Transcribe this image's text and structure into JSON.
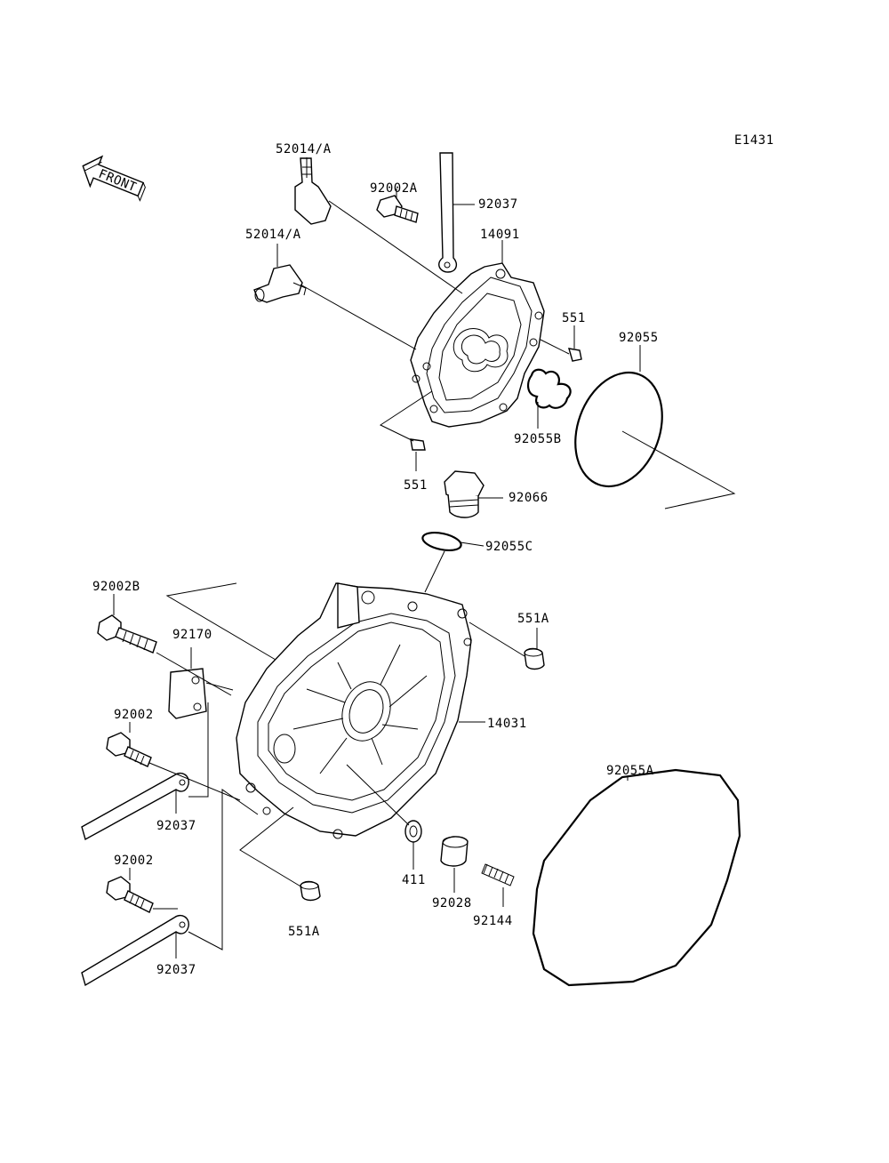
{
  "diagram_code": "E1431",
  "front_arrow_label": "FRONT",
  "labels": {
    "p52014a_top": "52014/A",
    "p52014a_mid": "52014/A",
    "p92002a": "92002A",
    "p92037_top": "92037",
    "p14091": "14091",
    "p551_right": "551",
    "p92055": "92055",
    "p92055b": "92055B",
    "p551_left": "551",
    "p92066": "92066",
    "p92055c": "92055C",
    "p92002b": "92002B",
    "p92170": "92170",
    "p551a_right": "551A",
    "p14031": "14031",
    "p92002_mid": "92002",
    "p92037_mid": "92037",
    "p92055a": "92055A",
    "p92002_low": "92002",
    "p411": "411",
    "p92028": "92028",
    "p92144": "92144",
    "p551a_bottom": "551A",
    "p92037_bottom": "92037"
  }
}
